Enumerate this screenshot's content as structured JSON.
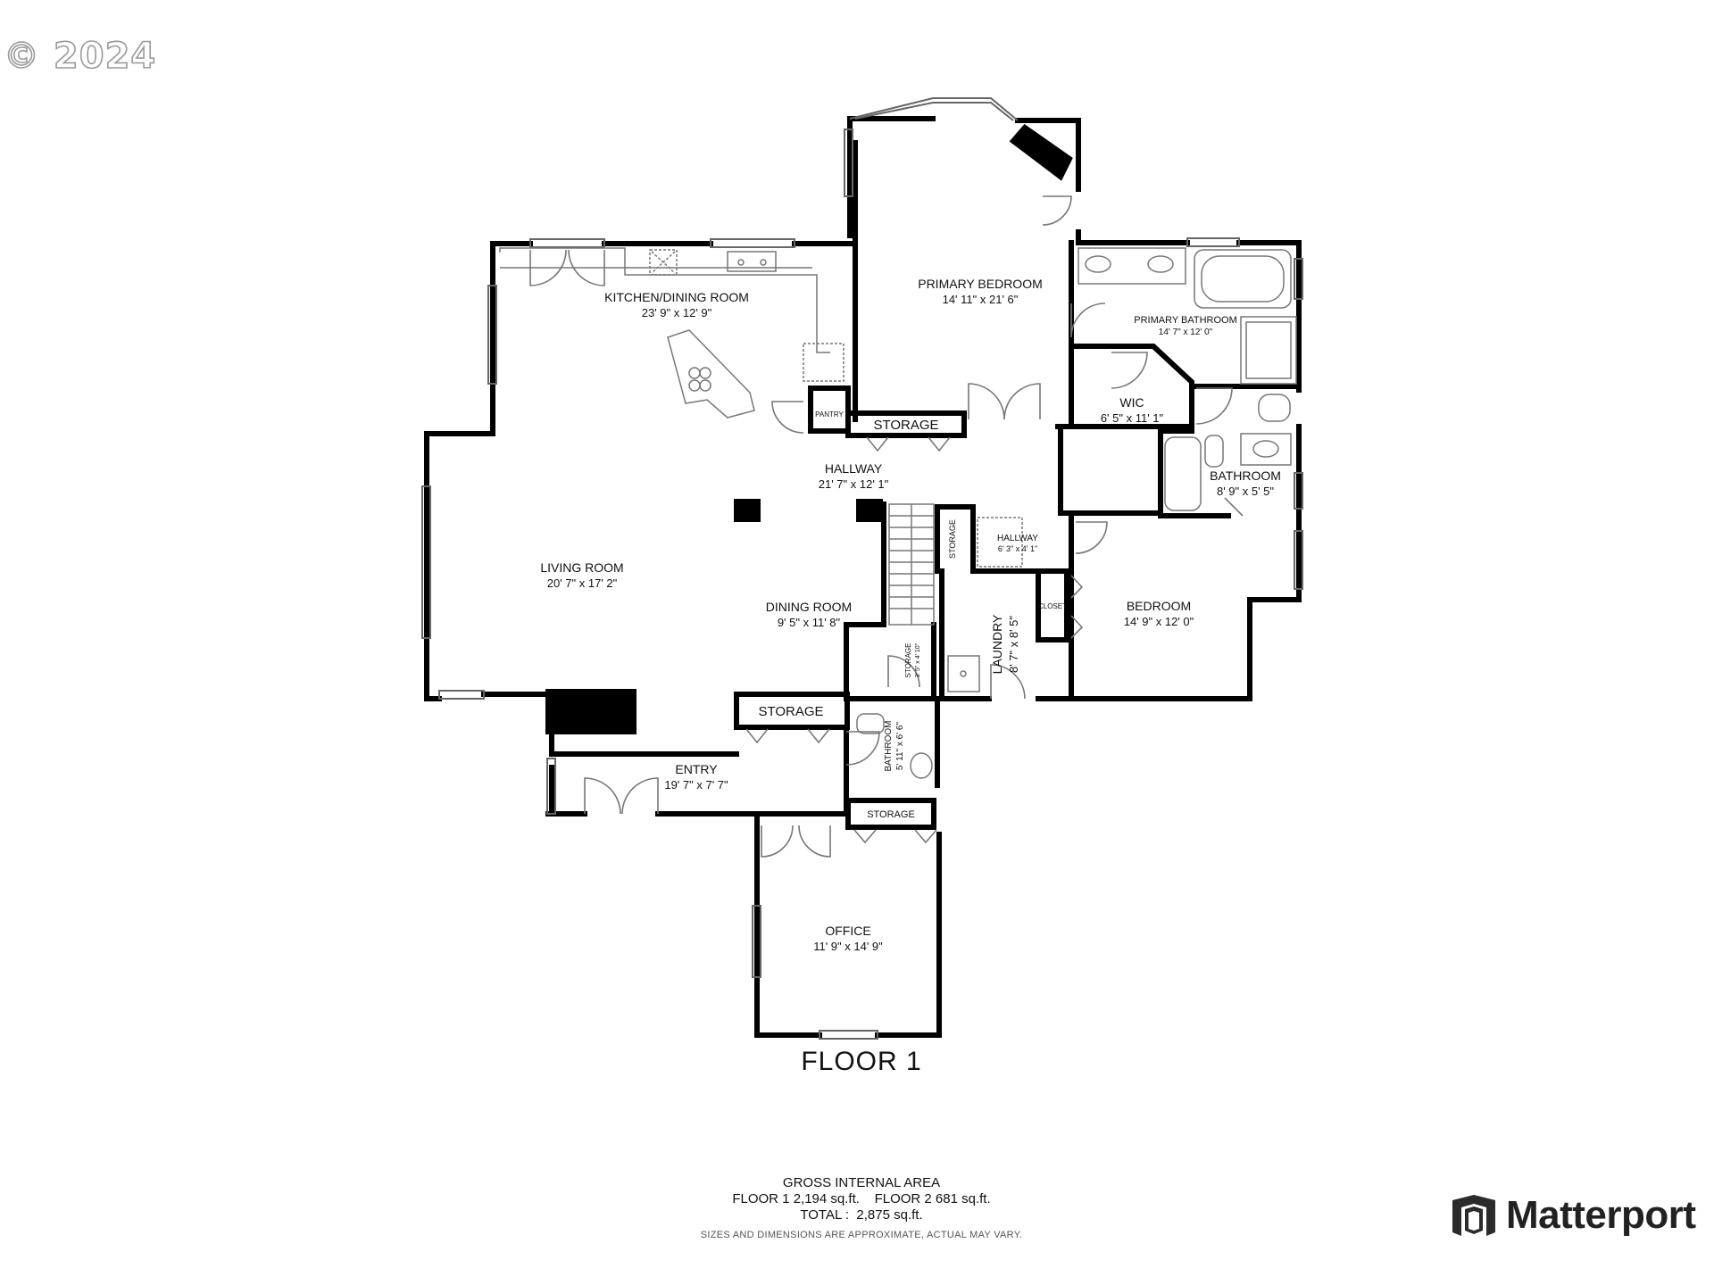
{
  "copyright": "© 2024",
  "floor_title": "FLOOR 1",
  "rooms": {
    "kitchen": {
      "name": "KITCHEN/DINING ROOM",
      "dims": "23' 9\" x 12' 9\""
    },
    "primary_bedroom": {
      "name": "PRIMARY BEDROOM",
      "dims": "14' 11\" x 21' 6\""
    },
    "primary_bathroom": {
      "name": "PRIMARY BATHROOM",
      "dims": "14' 7\" x 12' 0\""
    },
    "wic": {
      "name": "WIC",
      "dims": "6' 5\" x 11' 1\""
    },
    "bathroom_upper": {
      "name": "BATHROOM",
      "dims": "8' 9\" x 5' 5\""
    },
    "hallway": {
      "name": "HALLWAY",
      "dims": "21' 7\" x 12' 1\""
    },
    "pantry": {
      "name": "PANTRY"
    },
    "storage_hall": {
      "name": "STORAGE"
    },
    "living_room": {
      "name": "LIVING ROOM",
      "dims": "20' 7\" x 17' 2\""
    },
    "dining_room": {
      "name": "DINING ROOM",
      "dims": "9' 5\" x 11' 8\""
    },
    "small_hallway": {
      "name": "HALLWAY",
      "dims": "6' 3\" x 4' 1\""
    },
    "storage_vertical": {
      "name": "STORAGE"
    },
    "laundry": {
      "name": "LAUNDRY",
      "dims": "8' 7\" x 8' 5\""
    },
    "closet": {
      "name": "CLOSET"
    },
    "bedroom": {
      "name": "BEDROOM",
      "dims": "14' 9\" x 12' 0\""
    },
    "storage_small": {
      "name": "STORAGE",
      "dims": "3' 5\" x 4' 10\""
    },
    "storage_entry": {
      "name": "STORAGE"
    },
    "bathroom_lower": {
      "name": "BATHROOM",
      "dims": "5' 11\" x 6' 6\""
    },
    "entry": {
      "name": "ENTRY",
      "dims": "19' 7\" x 7' 7\""
    },
    "storage_office": {
      "name": "STORAGE"
    },
    "office": {
      "name": "OFFICE",
      "dims": "11' 9\" x 14' 9\""
    }
  },
  "gross_area": {
    "heading": "GROSS INTERNAL AREA",
    "floors_line": "FLOOR 1 2,194 sq.ft.    FLOOR 2 681 sq.ft.",
    "total_line": "TOTAL :  2,875 sq.ft.",
    "disclaimer": "SIZES AND DIMENSIONS ARE APPROXIMATE, ACTUAL MAY VARY."
  },
  "brand": {
    "name": "Matterport",
    "logo_icon": "matterport-logo-icon"
  }
}
